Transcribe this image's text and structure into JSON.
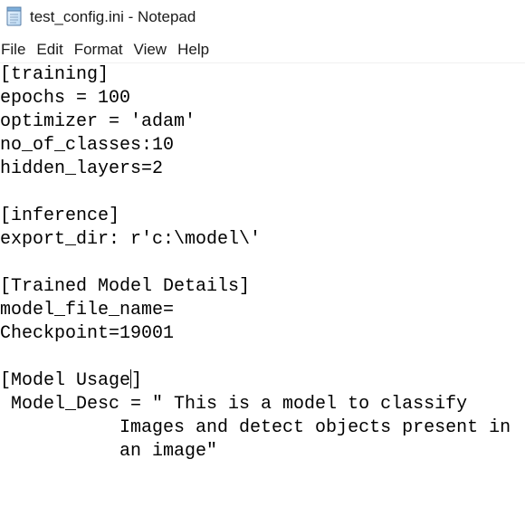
{
  "window": {
    "title": "test_config.ini - Notepad",
    "icon": "notepad-icon"
  },
  "menu": {
    "items": [
      "File",
      "Edit",
      "Format",
      "View",
      "Help"
    ]
  },
  "editor": {
    "lines": [
      "[training]",
      "epochs = 100",
      "optimizer = 'adam'",
      "no_of_classes:10",
      "hidden_layers=2",
      "",
      "[inference]",
      "export_dir: r'c:\\model\\'",
      "",
      "[Trained Model Details]",
      "model_file_name=",
      "Checkpoint=19001",
      "",
      "[Model Usage]",
      " Model_Desc = \" This is a model to classify",
      "           Images and detect objects present in",
      "           an image\""
    ],
    "caret": {
      "line": 13,
      "column": 12
    }
  }
}
